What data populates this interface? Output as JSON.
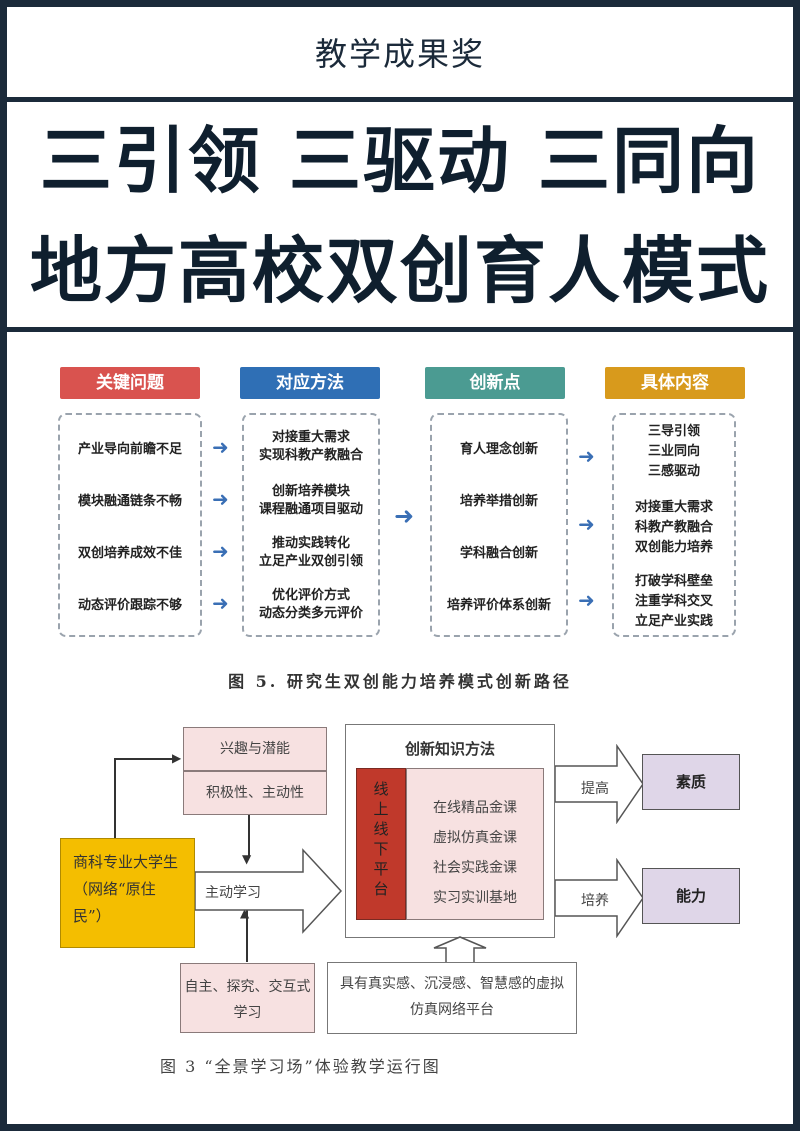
{
  "header": {
    "top_label": "教学成果奖",
    "title_line1": "三引领 三驱动 三同向",
    "title_line2": "地方高校双创育人模式"
  },
  "figure5": {
    "caption": "图 5. 研究生双创能力培养模式创新路径",
    "headers": [
      "关键问题",
      "对应方法",
      "创新点",
      "具体内容"
    ],
    "header_colors": [
      "#d9534f",
      "#2f6fb5",
      "#4b9b92",
      "#d89a1c"
    ],
    "problems": [
      "产业导向前瞻不足",
      "模块融通链条不畅",
      "双创培养成效不佳",
      "动态评价跟踪不够"
    ],
    "methods": [
      [
        "对接重大需求",
        "实现科教产教融合"
      ],
      [
        "创新培养模块",
        "课程融通项目驱动"
      ],
      [
        "推动实践转化",
        "立足产业双创引领"
      ],
      [
        "优化评价方式",
        "动态分类多元评价"
      ]
    ],
    "innovations": [
      "育人理念创新",
      "培养举措创新",
      "学科融合创新",
      "培养评价体系创新"
    ],
    "contents": [
      [
        "三导引领",
        "三业同向",
        "三感驱动"
      ],
      [
        "对接重大需求",
        "科教产教融合",
        "双创能力培养"
      ],
      [
        "打破学科壁垒",
        "注重学科交叉",
        "立足产业实践"
      ]
    ]
  },
  "figure3": {
    "caption": "图 3 “全景学习场”体验教学运行图",
    "interest": "兴趣与潜能",
    "initiative": "积极性、主动性",
    "student": "商科专业大学生（网络“原住民”）",
    "active_learning": "主动学习",
    "autonomous": "自主、探究、交互式学习",
    "method_title": "创新知识方法",
    "online_offline": "线上线下平台",
    "courses": [
      "在线精品金课",
      "虚拟仿真金课",
      "社会实践金课",
      "实习实训基地"
    ],
    "platform": "具有真实感、沉浸感、智慧感的虚拟仿真网络平台",
    "improve": "提高",
    "cultivate": "培养",
    "quality": "素质",
    "ability": "能力"
  }
}
